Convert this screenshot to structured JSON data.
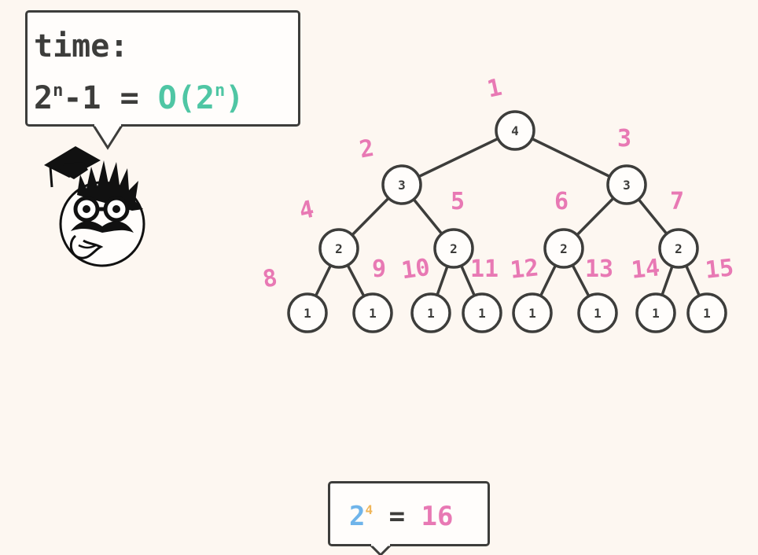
{
  "time_bubble": {
    "line1": "time:",
    "formula_base": "2",
    "formula_exp": "n",
    "formula_rest": "-1 = ",
    "bigo_open": "O(2",
    "bigo_exp": "n",
    "bigo_close": ")"
  },
  "count_bubble": {
    "base": "2",
    "exp": "4",
    "equals": " = ",
    "result": "16"
  },
  "tree": {
    "nodes": [
      {
        "id": 1,
        "value": "4"
      },
      {
        "id": 2,
        "value": "3"
      },
      {
        "id": 3,
        "value": "3"
      },
      {
        "id": 4,
        "value": "2"
      },
      {
        "id": 5,
        "value": "2"
      },
      {
        "id": 6,
        "value": "2"
      },
      {
        "id": 7,
        "value": "2"
      },
      {
        "id": 8,
        "value": "1"
      },
      {
        "id": 9,
        "value": "1"
      },
      {
        "id": 10,
        "value": "1"
      },
      {
        "id": 11,
        "value": "1"
      },
      {
        "id": 12,
        "value": "1"
      },
      {
        "id": 13,
        "value": "1"
      },
      {
        "id": 14,
        "value": "1"
      },
      {
        "id": 15,
        "value": "1"
      }
    ],
    "call_order_labels": [
      "1",
      "2",
      "3",
      "4",
      "5",
      "6",
      "7",
      "8",
      "9",
      "10",
      "11",
      "12",
      "13",
      "14",
      "15"
    ]
  },
  "colors": {
    "background": "#fdf7f1",
    "ink": "#3d3d3b",
    "teal": "#4fc6a4",
    "pink": "#e879b4",
    "blue": "#6fb4ea",
    "orange": "#f0b659"
  },
  "icons": [
    "professor-mascot-icon",
    "graduation-cap-icon"
  ]
}
